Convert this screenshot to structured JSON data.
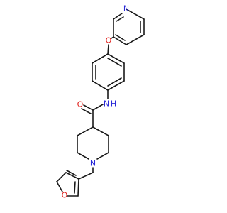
{
  "molecule": {
    "atoms": {
      "pyridine_n": {
        "label": "N",
        "color": "#2a2ad8"
      },
      "ether_o": {
        "label": "O",
        "color": "#e0201c"
      },
      "amide_n": {
        "label": "N",
        "color": "#2a2ad8"
      },
      "amide_h": {
        "label": "H",
        "color": "#2a2ad8"
      },
      "carbonyl_o": {
        "label": "O",
        "color": "#e0201c"
      },
      "piperidine_n": {
        "label": "N",
        "color": "#2a2ad8"
      },
      "furan_o": {
        "label": "O",
        "color": "#e0201c"
      }
    },
    "bond_color": "#1a1a1a"
  }
}
